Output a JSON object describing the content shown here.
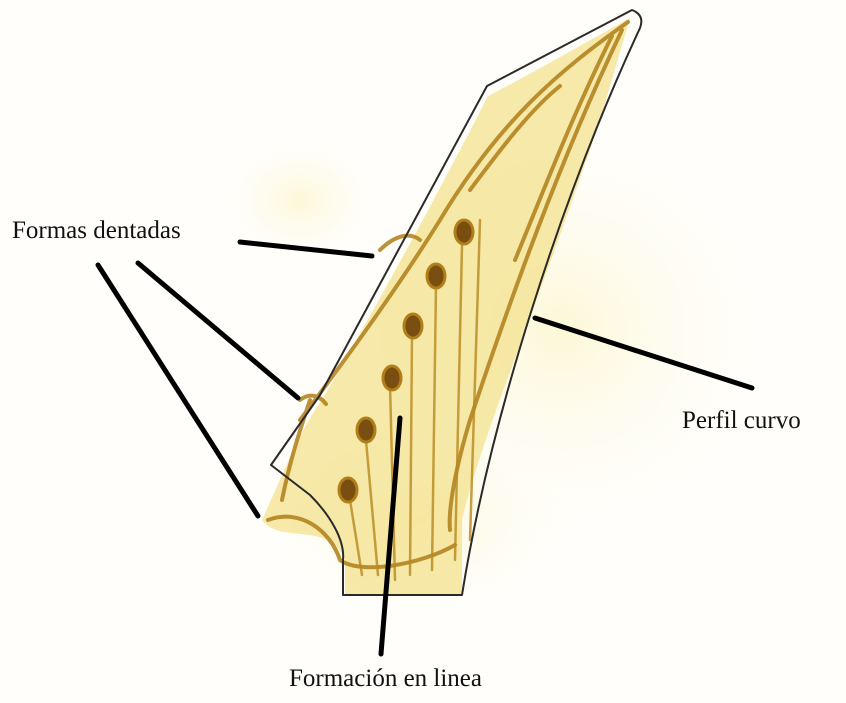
{
  "figure": {
    "labels": {
      "toothed_forms": "Formas dentadas",
      "curved_profile": "Perfil curvo",
      "line_formation": "Formación en linea"
    },
    "colors": {
      "background": "#fffefb",
      "specimen_fill": "#f3e28e",
      "specimen_stroke": "#b07f18",
      "dots": "#7a4d10",
      "outline": "#2a2a2a",
      "leader_lines": "#000000"
    }
  }
}
